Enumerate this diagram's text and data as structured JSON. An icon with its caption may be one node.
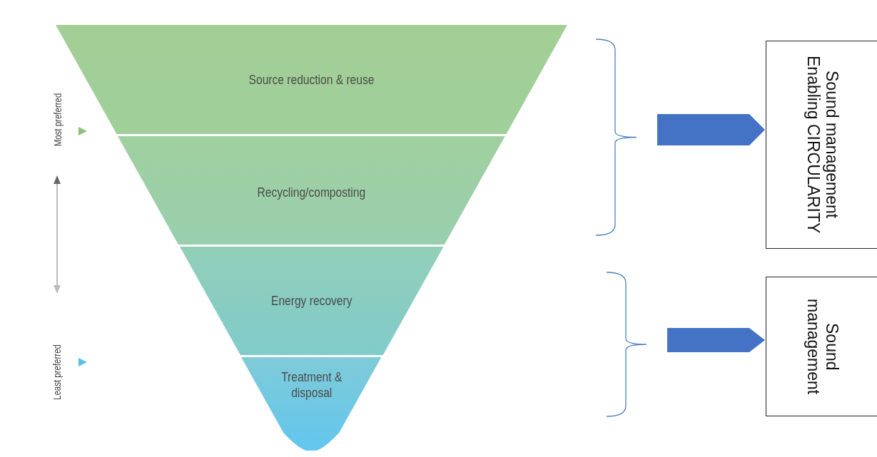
{
  "diagram": {
    "nodes": [
      {
        "text": [
          "Source reduction & reuse"
        ]
      },
      {
        "text": [
          "Recycling/composting"
        ]
      },
      {
        "text": [
          "Energy recovery"
        ]
      },
      {
        "text": [
          "Treatment & disposal"
        ]
      },
      {
        "text": [
          "Sound management Enabling CIRCULARITY"
        ]
      },
      {
        "text": [
          "Sound management"
        ]
      }
    ],
    "edges": [
      {
        "from": null,
        "to": 4,
        "arrow": "to"
      },
      {
        "from": null,
        "to": 5,
        "arrow": "to"
      }
    ],
    "labels": [
      "Most preferred",
      "Least preferred"
    ]
  }
}
